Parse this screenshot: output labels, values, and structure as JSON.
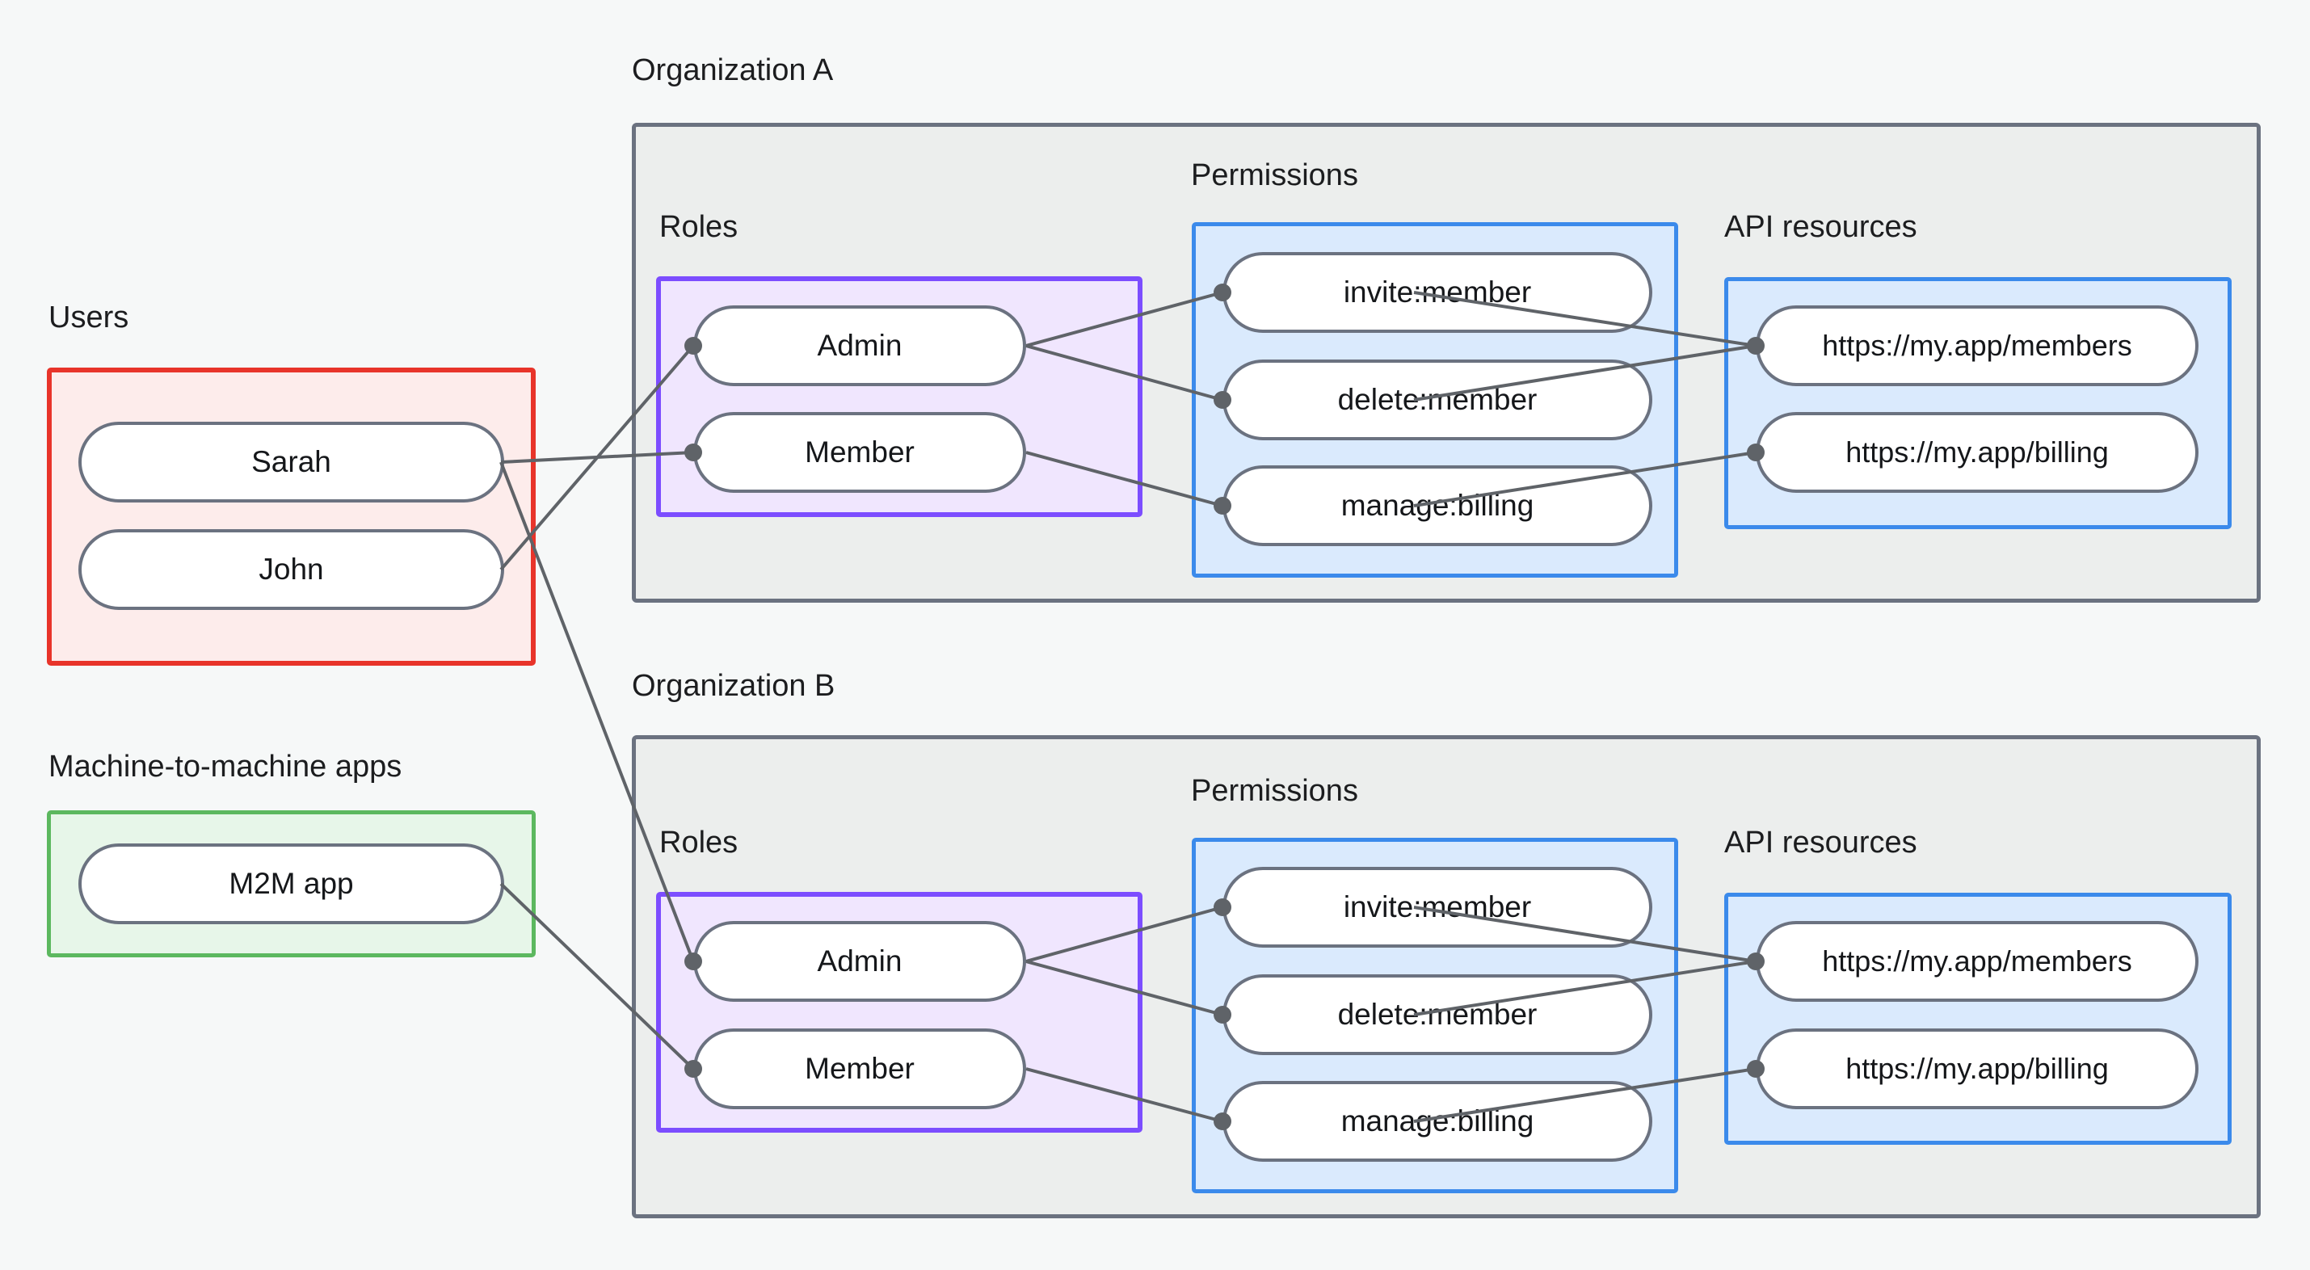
{
  "diagram": {
    "title": "Organizations, roles, permissions and API resources",
    "colors": {
      "background": "#f6f8f8",
      "users_border": "#e8342a",
      "users_fill": "#fdeceb",
      "m2m_border": "#5cb85f",
      "m2m_fill": "#e7f6e9",
      "org_border": "#6b7280",
      "org_fill": "#eceeed",
      "roles_border": "#7c4dff",
      "roles_fill": "#f0e6fe",
      "blue_border": "#3b8aeb",
      "blue_fill": "#daeafd",
      "node_border": "#6b7280",
      "node_fill": "#ffffff",
      "edge": "#5f6368"
    },
    "labels": {
      "users": "Users",
      "m2m": "Machine-to-machine apps",
      "org_a": "Organization A",
      "org_b": "Organization B",
      "roles": "Roles",
      "permissions": "Permissions",
      "api_resources": "API resources"
    },
    "users": [
      {
        "id": "sarah",
        "label": "Sarah"
      },
      {
        "id": "john",
        "label": "John"
      }
    ],
    "m2m_apps": [
      {
        "id": "m2m-app",
        "label": "M2M app"
      }
    ],
    "organizations": [
      {
        "id": "org-a",
        "name": "Organization A",
        "roles": [
          {
            "id": "a-admin",
            "label": "Admin"
          },
          {
            "id": "a-member",
            "label": "Member"
          }
        ],
        "permissions": [
          {
            "id": "a-invite",
            "label": "invite:member"
          },
          {
            "id": "a-delete",
            "label": "delete:member"
          },
          {
            "id": "a-billing",
            "label": "manage:billing"
          }
        ],
        "api_resources": [
          {
            "id": "a-res-members",
            "label": "https://my.app/members"
          },
          {
            "id": "a-res-billing",
            "label": "https://my.app/billing"
          }
        ]
      },
      {
        "id": "org-b",
        "name": "Organization B",
        "roles": [
          {
            "id": "b-admin",
            "label": "Admin"
          },
          {
            "id": "b-member",
            "label": "Member"
          }
        ],
        "permissions": [
          {
            "id": "b-invite",
            "label": "invite:member"
          },
          {
            "id": "b-delete",
            "label": "delete:member"
          },
          {
            "id": "b-billing",
            "label": "manage:billing"
          }
        ],
        "api_resources": [
          {
            "id": "b-res-members",
            "label": "https://my.app/members"
          },
          {
            "id": "b-res-billing",
            "label": "https://my.app/billing"
          }
        ]
      }
    ],
    "connections": [
      {
        "from": "sarah",
        "to": "a-member"
      },
      {
        "from": "john",
        "to": "a-admin"
      },
      {
        "from": "sarah",
        "to": "b-admin"
      },
      {
        "from": "m2m-app",
        "to": "b-member"
      },
      {
        "from": "a-admin",
        "to": "a-invite"
      },
      {
        "from": "a-admin",
        "to": "a-delete"
      },
      {
        "from": "a-member",
        "to": "a-billing"
      },
      {
        "from": "a-invite",
        "to": "a-res-members"
      },
      {
        "from": "a-delete",
        "to": "a-res-members"
      },
      {
        "from": "a-billing",
        "to": "a-res-billing"
      },
      {
        "from": "b-admin",
        "to": "b-invite"
      },
      {
        "from": "b-admin",
        "to": "b-delete"
      },
      {
        "from": "b-member",
        "to": "b-billing"
      },
      {
        "from": "b-invite",
        "to": "b-res-members"
      },
      {
        "from": "b-delete",
        "to": "b-res-members"
      },
      {
        "from": "b-billing",
        "to": "b-res-billing"
      }
    ]
  }
}
